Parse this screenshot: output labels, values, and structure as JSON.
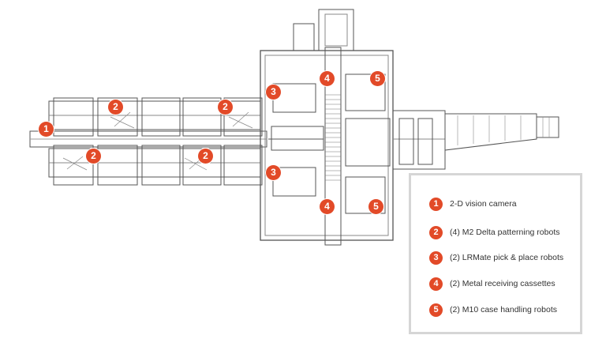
{
  "markers": [
    {
      "number": "1"
    },
    {
      "number": "2"
    },
    {
      "number": "2"
    },
    {
      "number": "2"
    },
    {
      "number": "2"
    },
    {
      "number": "3"
    },
    {
      "number": "3"
    },
    {
      "number": "4"
    },
    {
      "number": "4"
    },
    {
      "number": "5"
    },
    {
      "number": "5"
    }
  ],
  "legend": [
    {
      "number": "1",
      "label": "2-D vision camera"
    },
    {
      "number": "2",
      "label": "(4) M2 Delta patterning robots"
    },
    {
      "number": "3",
      "label": "(2) LRMate pick & place robots"
    },
    {
      "number": "4",
      "label": "(2) Metal receiving cassettes"
    },
    {
      "number": "5",
      "label": "(2) M10 case handling robots"
    }
  ],
  "colors": {
    "marker": "#e24a28",
    "line": "#555555",
    "legend_border": "#d6d6d6"
  }
}
